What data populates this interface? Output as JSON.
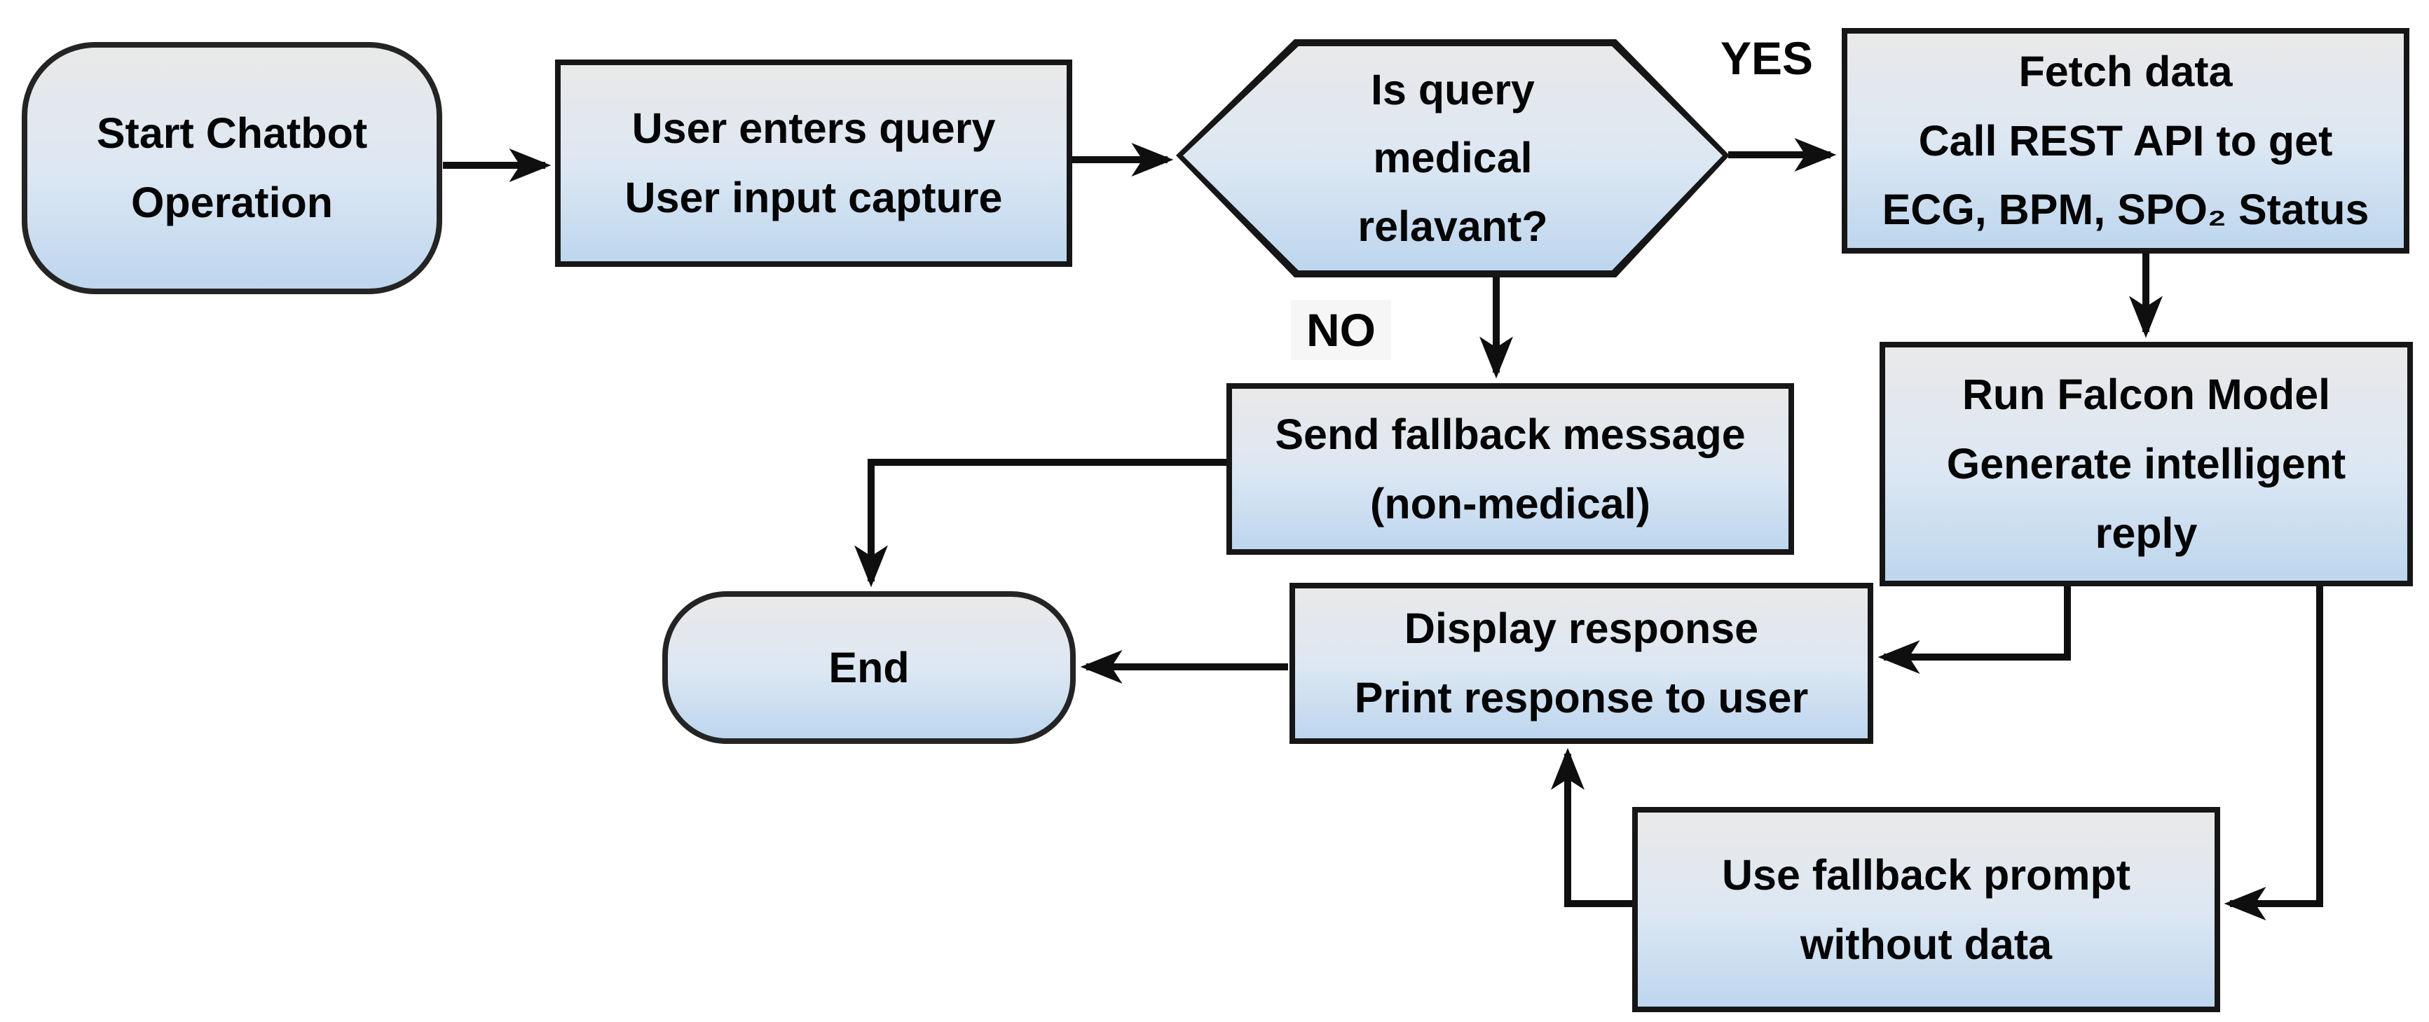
{
  "diagram": {
    "type": "flowchart",
    "nodes": {
      "start": {
        "shape": "stadium",
        "label_lines": [
          "Start Chatbot",
          "Operation"
        ]
      },
      "user_input": {
        "shape": "process",
        "label_lines": [
          "User enters query",
          "User input capture"
        ]
      },
      "decision": {
        "shape": "hexagon",
        "label_lines": [
          "Is query",
          "medical",
          "relavant?"
        ]
      },
      "fetch_data": {
        "shape": "process",
        "label_lines": [
          "Fetch data",
          "Call REST API to get",
          "ECG, BPM, SPO₂ Status"
        ]
      },
      "fallback_message": {
        "shape": "process",
        "label_lines": [
          "Send fallback message",
          "(non-medical)"
        ]
      },
      "falcon_model": {
        "shape": "process",
        "label_lines": [
          "Run Falcon Model",
          "Generate intelligent",
          "reply"
        ]
      },
      "end": {
        "shape": "stadium",
        "label_lines": [
          "End"
        ]
      },
      "display_response": {
        "shape": "process",
        "label_lines": [
          "Display response",
          "Print response to user"
        ]
      },
      "fallback_prompt": {
        "shape": "process",
        "label_lines": [
          "Use fallback prompt",
          "without data"
        ]
      }
    },
    "edge_labels": {
      "yes": "YES",
      "no": "NO"
    },
    "colors": {
      "fill_top": "#e9e9e9",
      "fill_mid": "#dce7f3",
      "fill_bottom": "#bdd6ee",
      "node_border": "#161616",
      "arrow": "#0f0f0f",
      "text": "#050505",
      "no_label_bg": "#f6f6f6",
      "page_bg": "#ffffff"
    }
  }
}
